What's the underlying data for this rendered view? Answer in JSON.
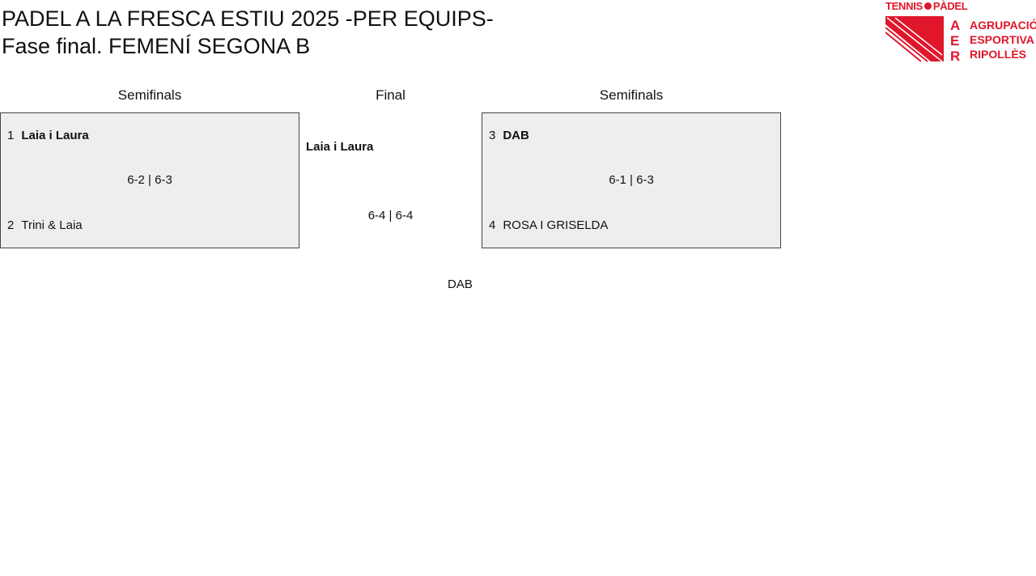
{
  "header": {
    "title_line1": "PADEL A LA FRESCA ESTIU 2025 -PER EQUIPS-",
    "title_line2": "Fase final. FEMENÍ SEGONA B"
  },
  "logo": {
    "top_left": "TENNIS",
    "top_right": "PÀDEL",
    "letters": [
      "A",
      "E",
      "R"
    ],
    "lines": [
      "AGRUPACIÓ",
      "ESPORTIVA",
      "RIPOLLÈS"
    ],
    "color": "#e0162b"
  },
  "bracket": {
    "left_heading": "Semifinals",
    "center_heading": "Final",
    "right_heading": "Semifinals",
    "semifinal_left": {
      "team1_seed": "1",
      "team1_name": "Laia i Laura",
      "score": "6-2 | 6-3",
      "team2_seed": "2",
      "team2_name": "Trini & Laia"
    },
    "final": {
      "finalist": "Laia i Laura",
      "score": "6-4 | 6-4",
      "champion": "DAB"
    },
    "semifinal_right": {
      "team1_seed": "3",
      "team1_name": "DAB",
      "score": "6-1 | 6-3",
      "team2_seed": "4",
      "team2_name": "ROSA I GRISELDA"
    }
  },
  "colors": {
    "box_background": "#eeeeee",
    "box_border": "#444444",
    "brand_red": "#e0162b"
  }
}
